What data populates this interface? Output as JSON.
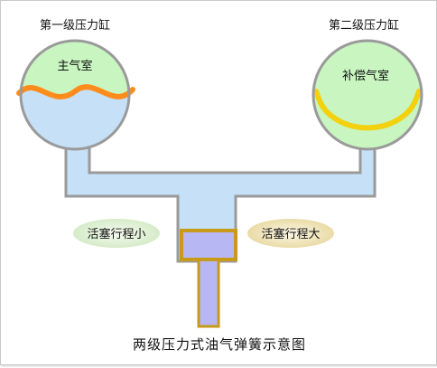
{
  "diagram": {
    "title": "两级压力式油气弹簧示意图",
    "left_cylinder": {
      "caption": "第一级压力缸",
      "chamber_label": "主气室"
    },
    "right_cylinder": {
      "caption": "第二级压力缸",
      "chamber_label": "补偿气室"
    },
    "badges": {
      "small_stroke": "活塞行程小",
      "large_stroke": "活塞行程大"
    },
    "colors": {
      "gas": "#c8f5c0",
      "oil": "#c5e0f7",
      "diaphragm_left": "#ff8c1a",
      "diaphragm_right": "#f3d10f",
      "piston": "#b7b7f4",
      "piston_border": "#c79a1a",
      "outline": "#9a9a9a"
    }
  }
}
